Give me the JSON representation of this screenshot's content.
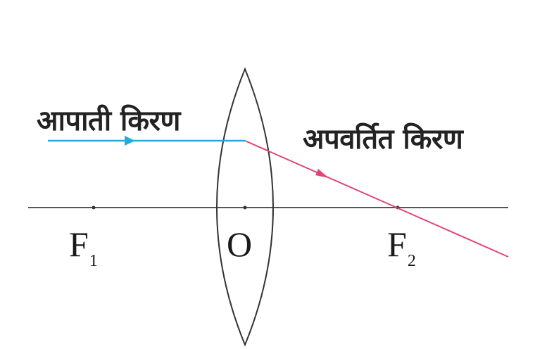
{
  "labels": {
    "incident_ray": "आपाती किरण",
    "refracted_ray": "अपवर्तित किरण",
    "f1": {
      "main": "F",
      "sub": "1"
    },
    "optical_centre": "O",
    "f2": {
      "main": "F",
      "sub": "2"
    }
  },
  "colors": {
    "incident_ray": "#29a8e0",
    "refracted_ray": "#e0457a",
    "axis": "#555555",
    "lens": "#333333"
  }
}
